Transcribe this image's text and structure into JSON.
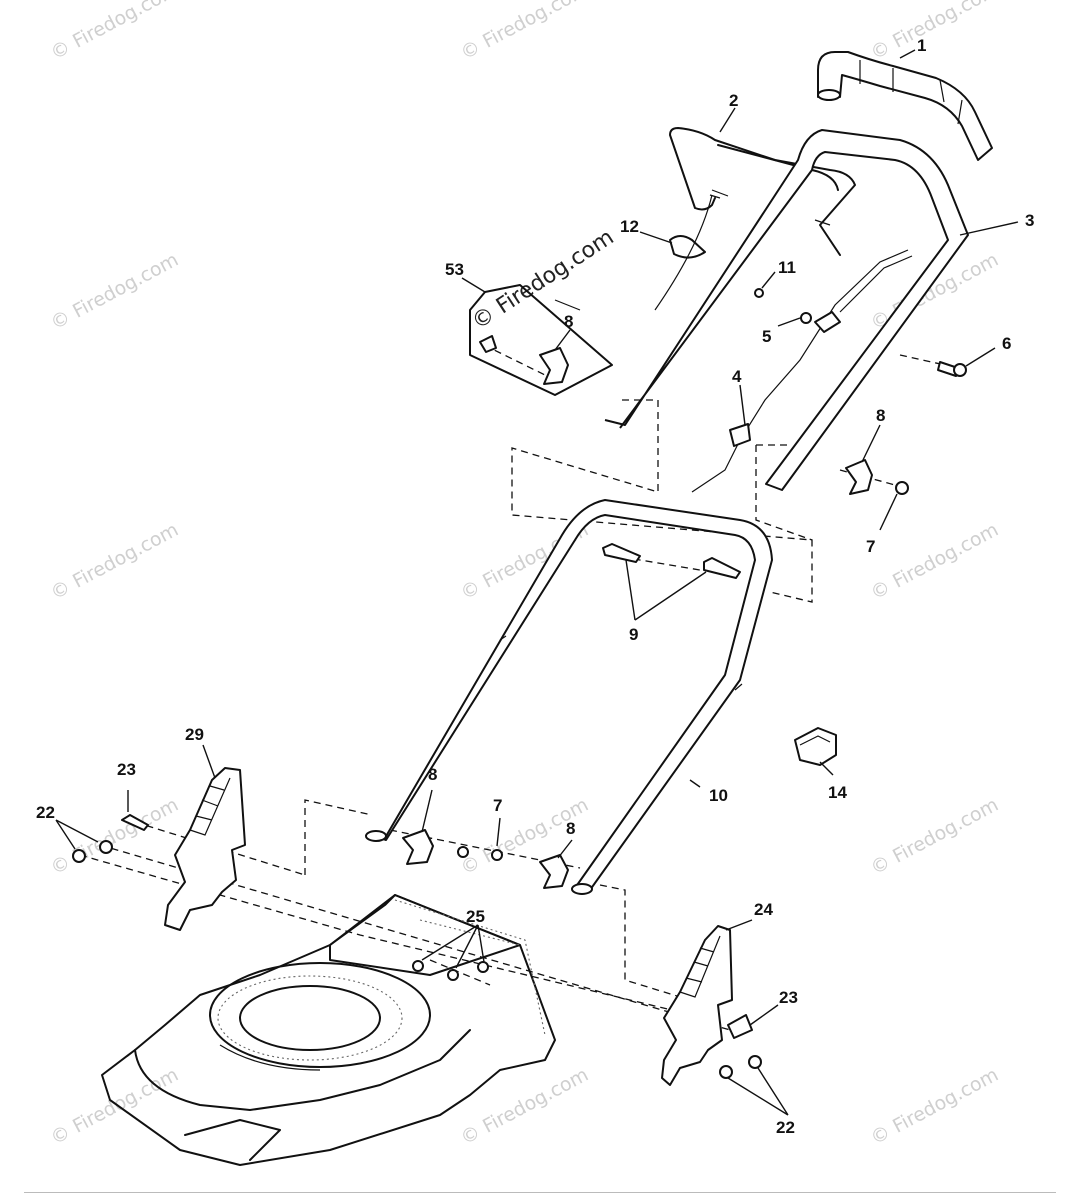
{
  "watermark": "© Firedog.com",
  "stamp": "© Firedog.com",
  "callouts": {
    "c1": "1",
    "c2": "2",
    "c3": "3",
    "c4": "4",
    "c5": "5",
    "c6": "6",
    "c7a": "7",
    "c7b": "7",
    "c8a": "8",
    "c8b": "8",
    "c8c": "8",
    "c8d": "8",
    "c9": "9",
    "c10": "10",
    "c11": "11",
    "c12": "12",
    "c14": "14",
    "c22a": "22",
    "c22b": "22",
    "c23a": "23",
    "c23b": "23",
    "c24": "24",
    "c25": "25",
    "c29": "29",
    "c53": "53"
  }
}
